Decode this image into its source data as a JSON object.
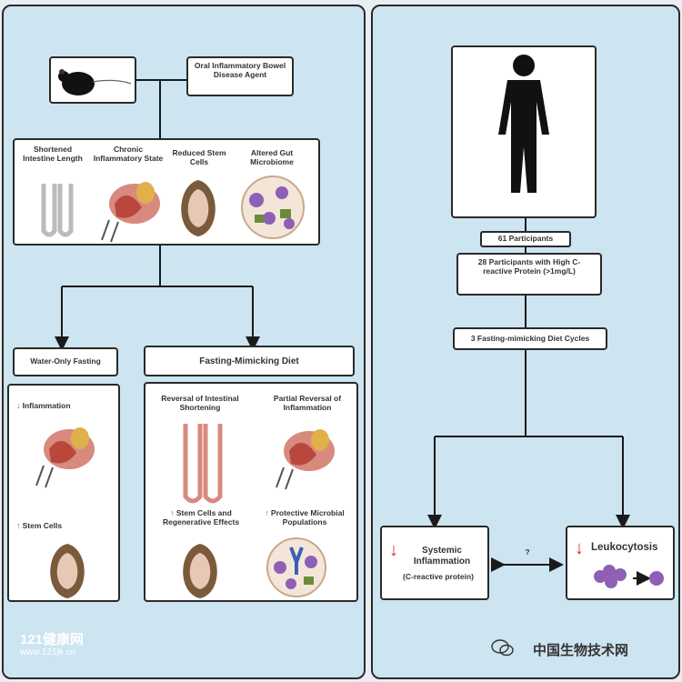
{
  "left": {
    "agent": "Oral Inflammatory Bowel Disease Agent",
    "symptoms": [
      {
        "label": "Shortened Intestine Length"
      },
      {
        "label": "Chronic Inflammatory State"
      },
      {
        "label": "Reduced Stem Cells"
      },
      {
        "label": "Altered Gut Microbiome"
      }
    ],
    "water_fasting": {
      "title": "Water-Only Fasting",
      "effect1": "Inflammation",
      "effect2": "Stem Cells"
    },
    "fmd": {
      "title": "Fasting-Mimicking Diet",
      "effect1": "Reversal of Intestinal Shortening",
      "effect2": "Partial Reversal of Inflammation",
      "effect3": "Stem Cells and Regenerative Effects",
      "effect4": "Protective Microbial Populations"
    }
  },
  "right": {
    "participants": "61 Participants",
    "high_crp": "28 Participants with High C-reactive Protein (>1mg/L)",
    "cycles": "3 Fasting-mimicking Diet Cycles",
    "outcome1_title": "Systemic Inflammation",
    "outcome1_sub": "(C-reactive protein)",
    "question": "?",
    "outcome2_title": "Leukocytosis"
  },
  "watermarks": {
    "left_brand": "121健康网",
    "left_url": "www.121jk.cn",
    "right_brand": "中国生物技术网"
  },
  "colors": {
    "panel_bg": "#cde4f1",
    "arrow_red": "#c0392b",
    "tissue_pink": "#d88a7e",
    "microbe_purple": "#8e5fb5"
  }
}
